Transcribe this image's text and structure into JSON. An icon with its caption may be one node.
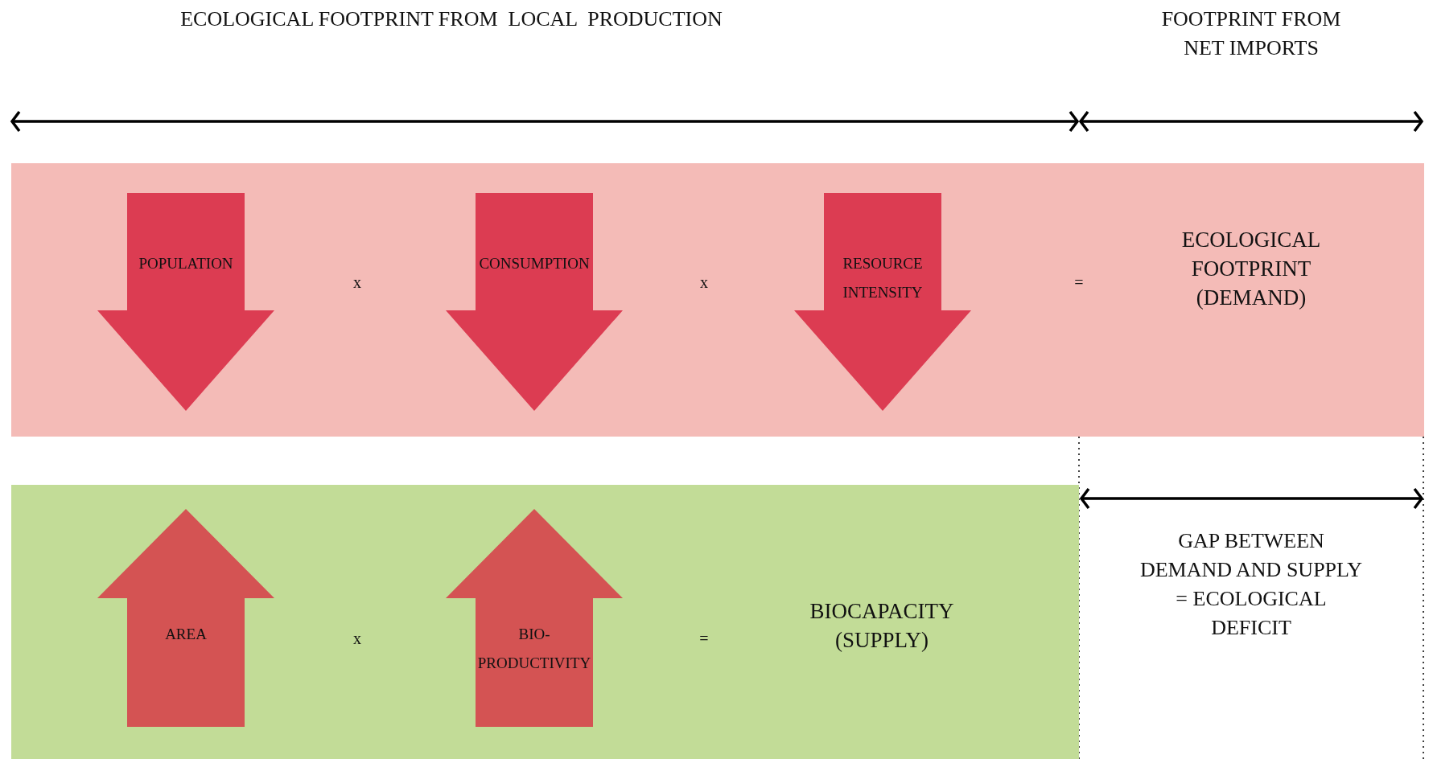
{
  "diagram": {
    "nodes": [
      {
        "text": [],
        "shape": "box"
      },
      {
        "text": [
          "POPULATION"
        ],
        "in": 0
      },
      {
        "text": [
          "CONSUMPTION"
        ],
        "in": 0
      },
      {
        "text": [
          "RESOURCE INTENSITY"
        ],
        "in": 0
      },
      {
        "text": [],
        "shape": "box"
      },
      {
        "text": [
          "AREA"
        ],
        "in": 4
      },
      {
        "text": [
          "BIO- PRODUCTIVITY"
        ],
        "in": 4
      }
    ],
    "edges": [],
    "labels": [
      "ECOLOGICAL FOOTPRINT FROM  LOCAL  PRODUCTION",
      "FOOTPRINT FROM NET IMPORTS",
      "x",
      "x",
      "=",
      "ECOLOGICAL FOOTPRINT (DEMAND)",
      "x",
      "=",
      "BIOCAPACITY (SUPPLY)",
      "GAP BETWEEN DEMAND AND SUPPLY = ECOLOGICAL DEFICIT"
    ]
  }
}
